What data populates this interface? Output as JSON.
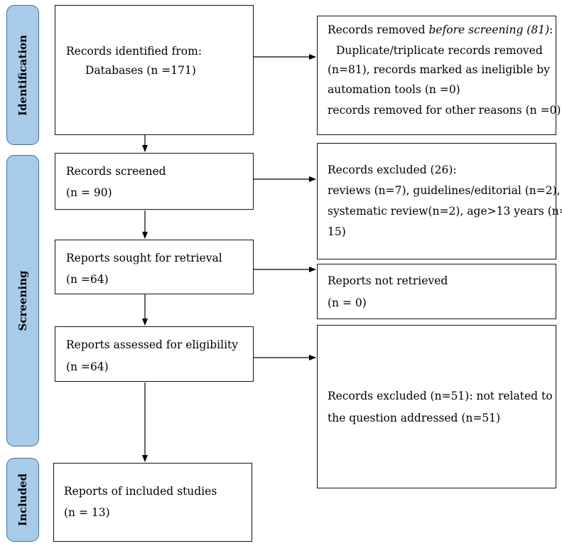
{
  "phases": {
    "identification": "Identification",
    "screening": "Screening",
    "included": "Included"
  },
  "identified": {
    "line1": "Records identified from:",
    "line2": "Databases (n =171)"
  },
  "removed": {
    "line1_prefix": "Records removed ",
    "line1_italic": "before screening (81)",
    "line1_suffix": ":",
    "line2": "Duplicate/triplicate records removed",
    "line3": "(n=81), records marked as ineligible by",
    "line4": "automation tools (n =0)",
    "line5": "records removed for other reasons (n =0)"
  },
  "screened": {
    "line1": "Records screened",
    "line2": "(n = 90)"
  },
  "excluded1": {
    "line1": "Records excluded (26):",
    "line2": "reviews (n=7), guidelines/editorial (n=2),",
    "line3": "systematic review(n=2), age>13 years (n=",
    "line4": "15)"
  },
  "sought": {
    "line1": "Reports sought for retrieval",
    "line2": "(n =64)"
  },
  "not_retrieved": {
    "line1": "Reports not retrieved",
    "line2": "(n = 0)"
  },
  "assessed": {
    "line1": "Reports assessed for eligibility",
    "line2": "(n =64)"
  },
  "excluded2": {
    "line1": "Records excluded (n=51): not related to",
    "line2": "the question addressed (n=51)"
  },
  "included_studies": {
    "line1": "Reports of included studies",
    "line2": "(n = 13)"
  }
}
